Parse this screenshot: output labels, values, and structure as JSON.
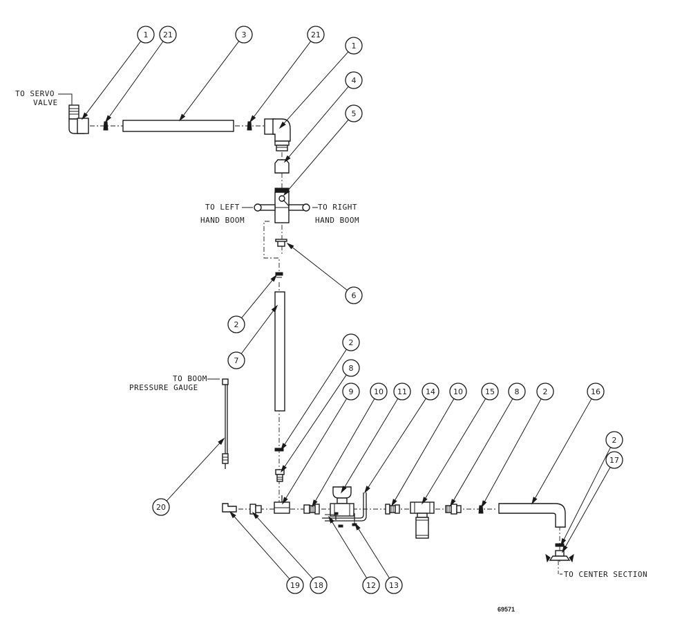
{
  "labels": {
    "servo_1": "TO SERVO",
    "servo_2": "VALVE",
    "left_1": "TO LEFT",
    "left_2": "HAND BOOM",
    "right_1": "TO RIGHT",
    "right_2": "HAND BOOM",
    "gauge_1": "TO BOOM",
    "gauge_2": "PRESSURE GAUGE",
    "center": "TO CENTER SECTION"
  },
  "figure_number": "69571",
  "callouts": [
    {
      "id": "c1a",
      "number": "1"
    },
    {
      "id": "c21a",
      "number": "21"
    },
    {
      "id": "c3",
      "number": "3"
    },
    {
      "id": "c21b",
      "number": "21"
    },
    {
      "id": "c1b",
      "number": "1"
    },
    {
      "id": "c4",
      "number": "4"
    },
    {
      "id": "c5",
      "number": "5"
    },
    {
      "id": "c6",
      "number": "6"
    },
    {
      "id": "c2a",
      "number": "2"
    },
    {
      "id": "c7",
      "number": "7"
    },
    {
      "id": "c2b",
      "number": "2"
    },
    {
      "id": "c8a",
      "number": "8"
    },
    {
      "id": "c9",
      "number": "9"
    },
    {
      "id": "c10a",
      "number": "10"
    },
    {
      "id": "c11",
      "number": "11"
    },
    {
      "id": "c14",
      "number": "14"
    },
    {
      "id": "c10b",
      "number": "10"
    },
    {
      "id": "c15",
      "number": "15"
    },
    {
      "id": "c8b",
      "number": "8"
    },
    {
      "id": "c2c",
      "number": "2"
    },
    {
      "id": "c16",
      "number": "16"
    },
    {
      "id": "c2d",
      "number": "2"
    },
    {
      "id": "c17",
      "number": "17"
    },
    {
      "id": "c20",
      "number": "20"
    },
    {
      "id": "c19",
      "number": "19"
    },
    {
      "id": "c18",
      "number": "18"
    },
    {
      "id": "c12",
      "number": "12"
    },
    {
      "id": "c13",
      "number": "13"
    }
  ]
}
